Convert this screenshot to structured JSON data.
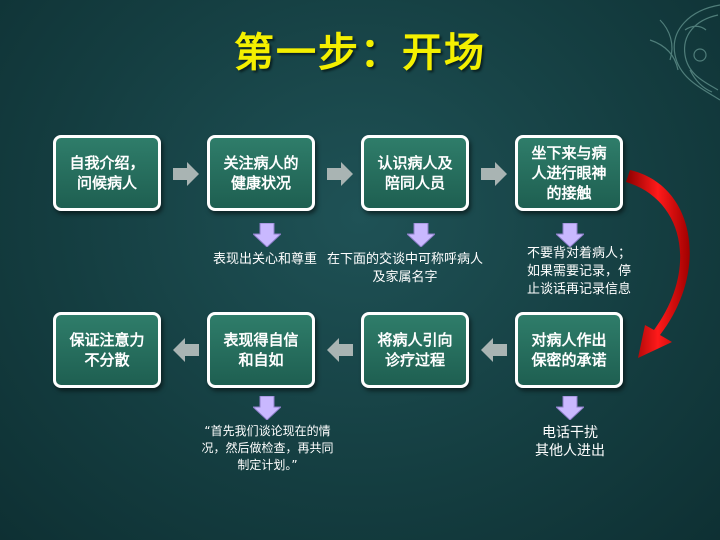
{
  "title": "第一步：开场",
  "top_row": [
    "自我介绍，\n问候病人",
    "关注病人的\n健康状况",
    "认识病人及\n陪同人员",
    "坐下来与病\n人进行眼神\n的接触"
  ],
  "bottom_row": [
    "保证注意力\n不分散",
    "表现得自信\n和自如",
    "将病人引向\n诊疗过程",
    "对病人作出\n保密的承诺"
  ],
  "notes": {
    "n1": "表现出关心和尊重",
    "n2": "在下面的交谈中可称呼病人\n及家属名字",
    "n3": "不要背对着病人；\n如果需要记录，停\n止谈话再记录信息",
    "n4": "“首先我们谈论现在的情\n况，然后做检查，再共同\n制定计划。”",
    "n5": "电话干扰\n其他人进出"
  },
  "colors": {
    "title": "#f4f000",
    "box": "#2f7d6a",
    "arrow_gray": "#a9b4b3",
    "arrow_down": "#c9b8ff",
    "curve_red": "#e00000"
  }
}
